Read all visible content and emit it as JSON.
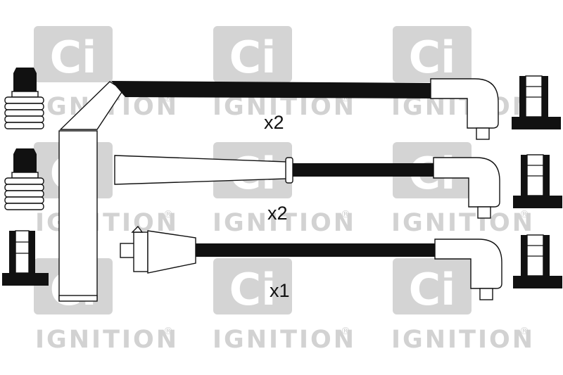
{
  "watermark": {
    "logo_text": "Ci",
    "word": "IGNITION",
    "registered": "®"
  },
  "labels": {
    "set_1_quantity": "x2",
    "set_2_quantity": "x2",
    "set_3_quantity": "x1"
  },
  "colors": {
    "lead": "#111111",
    "watermark": "#d4d4d4",
    "background": "#ffffff"
  }
}
